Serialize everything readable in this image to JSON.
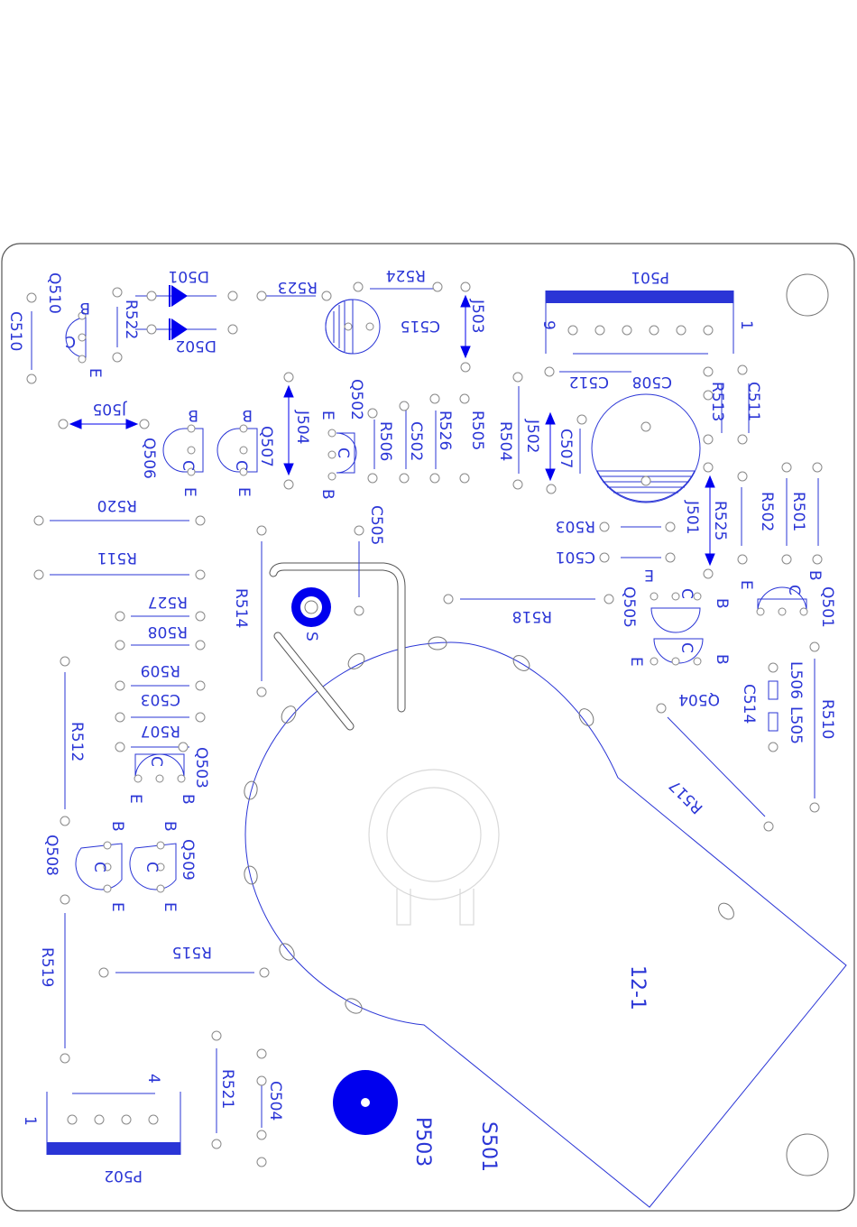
{
  "board_label": "12-1",
  "colors": {
    "ink": "#2a35d6",
    "fill": "#0000ee",
    "outline": "#777777"
  },
  "labels": {
    "P501": "P501",
    "P501_pin1": "1",
    "P501_pin9": "9",
    "C512": "C512",
    "C508": "C508",
    "C511": "C511",
    "R513": "R513",
    "R501": "R501",
    "R502": "R502",
    "R525": "R525",
    "J501": "J501",
    "R503": "R503",
    "C501": "C501",
    "Q501": "Q501",
    "Q505": "Q505",
    "Q504": "Q504",
    "R518": "R518",
    "C514": "C514",
    "L506": "L506",
    "L505": "L505",
    "R510": "R510",
    "R517": "R517",
    "J503": "J503",
    "C515": "C515",
    "R524": "R524",
    "R523": "R523",
    "D501": "D501",
    "D502": "D502",
    "R522": "R522",
    "Q510": "Q510",
    "C510": "C510",
    "J505": "J505",
    "Q506": "Q506",
    "Q507": "Q507",
    "J504": "J504",
    "Q502": "Q502",
    "R506": "R506",
    "C502": "C502",
    "R526": "R526",
    "R505": "R505",
    "R504": "R504",
    "J502": "J502",
    "C507": "C507",
    "R520": "R520",
    "R511": "R511",
    "R514": "R514",
    "C505": "C505",
    "S": "S",
    "R527": "R527",
    "R508": "R508",
    "R509": "R509",
    "C503": "C503",
    "R507": "R507",
    "Q503": "Q503",
    "R512": "R512",
    "Q508": "Q508",
    "Q509": "Q509",
    "R515": "R515",
    "R519": "R519",
    "R521": "R521",
    "C504": "C504",
    "P502": "P502",
    "P502_pin1": "1",
    "P502_pin4": "4",
    "P503": "P503",
    "S501": "S501",
    "pin_B": "B",
    "pin_C": "C",
    "pin_E": "E"
  }
}
